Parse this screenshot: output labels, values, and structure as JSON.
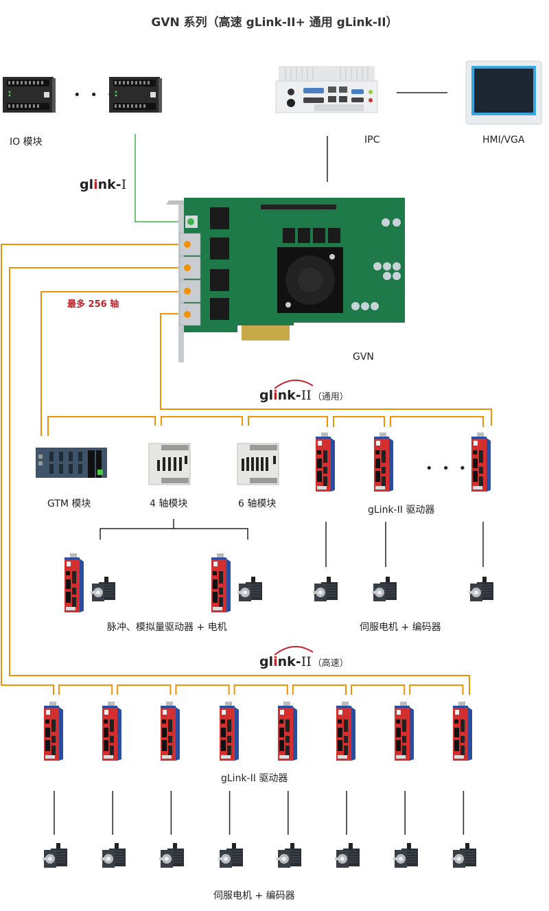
{
  "title": "GVN 系列（高速 gLink-II+ 通用 gLink-II）",
  "colors": {
    "orange_link": "#f39200",
    "green_link": "#3cb44b",
    "black_link": "#222222",
    "accent_red": "#c0222a",
    "pcb_green": "#1f7a4a",
    "drive_red": "#d32f2f",
    "drive_blue": "#2a4da0"
  },
  "top": {
    "io_module_label": "IO 模块",
    "ellipsis": "• • •",
    "ipc_label": "IPC",
    "hmi_label": "HMI/VGA"
  },
  "glink1": {
    "prefix_g": "gl",
    "prefix_i": "i",
    "suffix": "nk-",
    "roman": "I"
  },
  "card": {
    "label": "GVN",
    "max_axes_label": "最多 256 轴"
  },
  "glink2_general": {
    "prefix_g": "gl",
    "prefix_i": "i",
    "suffix": "nk-",
    "roman": "II",
    "sub": "（通用）"
  },
  "general_row": {
    "gtm_label": "GTM 模块",
    "axis4_label": "4 轴模块",
    "axis6_label": "6 轴模块",
    "drives_label": "gLink-II 驱动器",
    "ellipsis": "• • •",
    "pulse_label": "脉冲、模拟量驱动器 + 电机",
    "servo_label": "伺服电机 + 编码器"
  },
  "glink2_highspeed": {
    "prefix_g": "gl",
    "prefix_i": "i",
    "suffix": "nk-",
    "roman": "II",
    "sub": "（高速）"
  },
  "highspeed_row": {
    "drive_count": 8,
    "drives_label": "gLink-II 驱动器",
    "servo_label": "伺服电机 + 编码器"
  }
}
